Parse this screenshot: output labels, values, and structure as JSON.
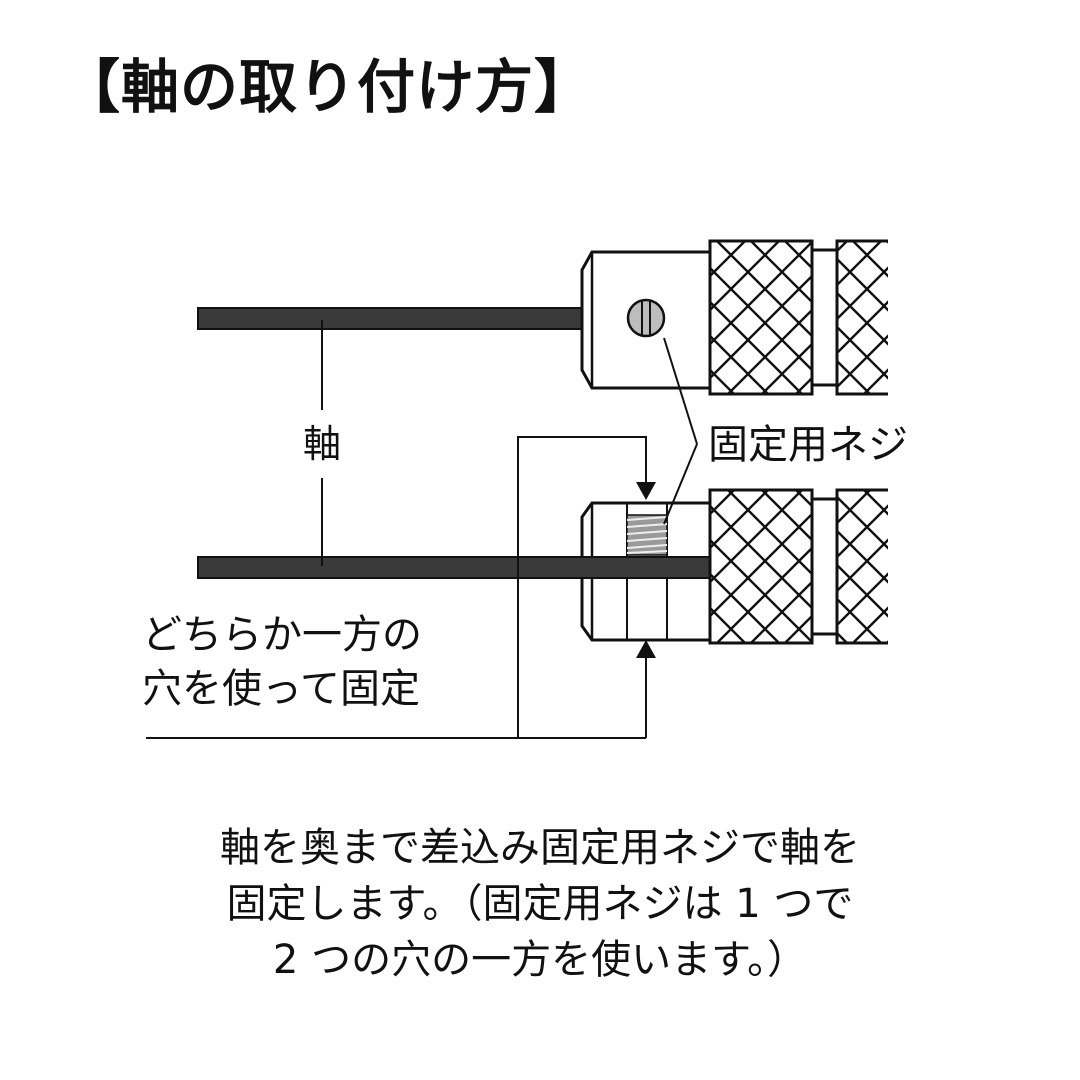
{
  "title": "【軸の取り付け方】",
  "labels": {
    "shaft": "軸",
    "set_screw": "固定用ネジ",
    "either_hole_line1": "どちらか一方の",
    "either_hole_line2": "穴を使って固定"
  },
  "caption": {
    "line1": "軸を奥まで差込み固定用ネジで軸を",
    "line2": "固定します。（固定用ネジは 1 つで",
    "line3": "2 つの穴の一方を使います。）"
  },
  "colors": {
    "stroke": "#111111",
    "shaft_fill": "#3a3a3a",
    "thread_fill": "#9a9a9a",
    "screw_head_fill": "#bdbdbd"
  }
}
